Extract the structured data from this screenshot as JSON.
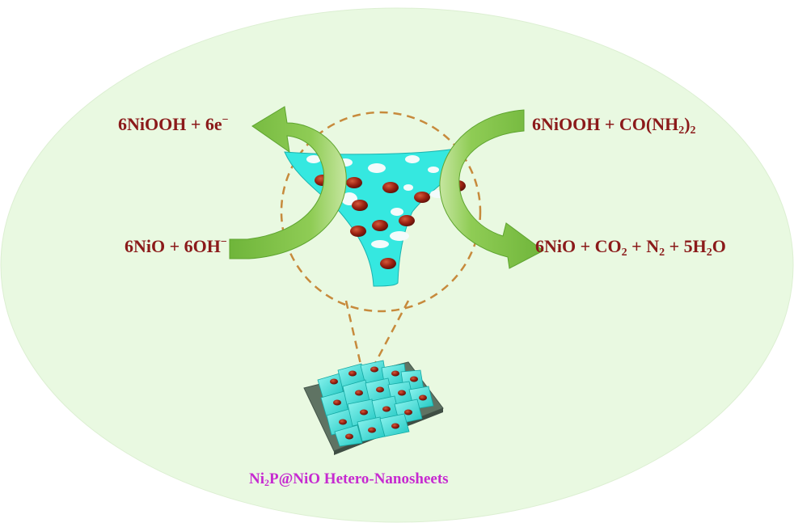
{
  "equations": {
    "top_left": {
      "main": "6NiOOH + 6e",
      "sup": "−"
    },
    "top_right": {
      "a": "6NiOOH + CO(NH",
      "sub1": "2",
      "b": ")",
      "sub2": "2"
    },
    "bottom_left": {
      "main": "6NiO + 6OH",
      "sup": "−"
    },
    "bottom_right": {
      "a": "6NiO + CO",
      "sub1": "2",
      "b": " + N",
      "sub2": "2",
      "c": " + 5H",
      "sub3": "2",
      "d": "O"
    }
  },
  "caption": {
    "a": "Ni",
    "sub": "2",
    "b": "P@NiO Hetero-Nanosheets"
  },
  "colors": {
    "background_ellipse": "#e9f9e1",
    "nanosheet": "#35e8e0",
    "particle": "#9b2212",
    "arrow": "#7cc043",
    "dashed": "#c78a3c",
    "substrate": "#5f7363",
    "text": "#8b1a1a",
    "caption": "#c62ad0"
  }
}
